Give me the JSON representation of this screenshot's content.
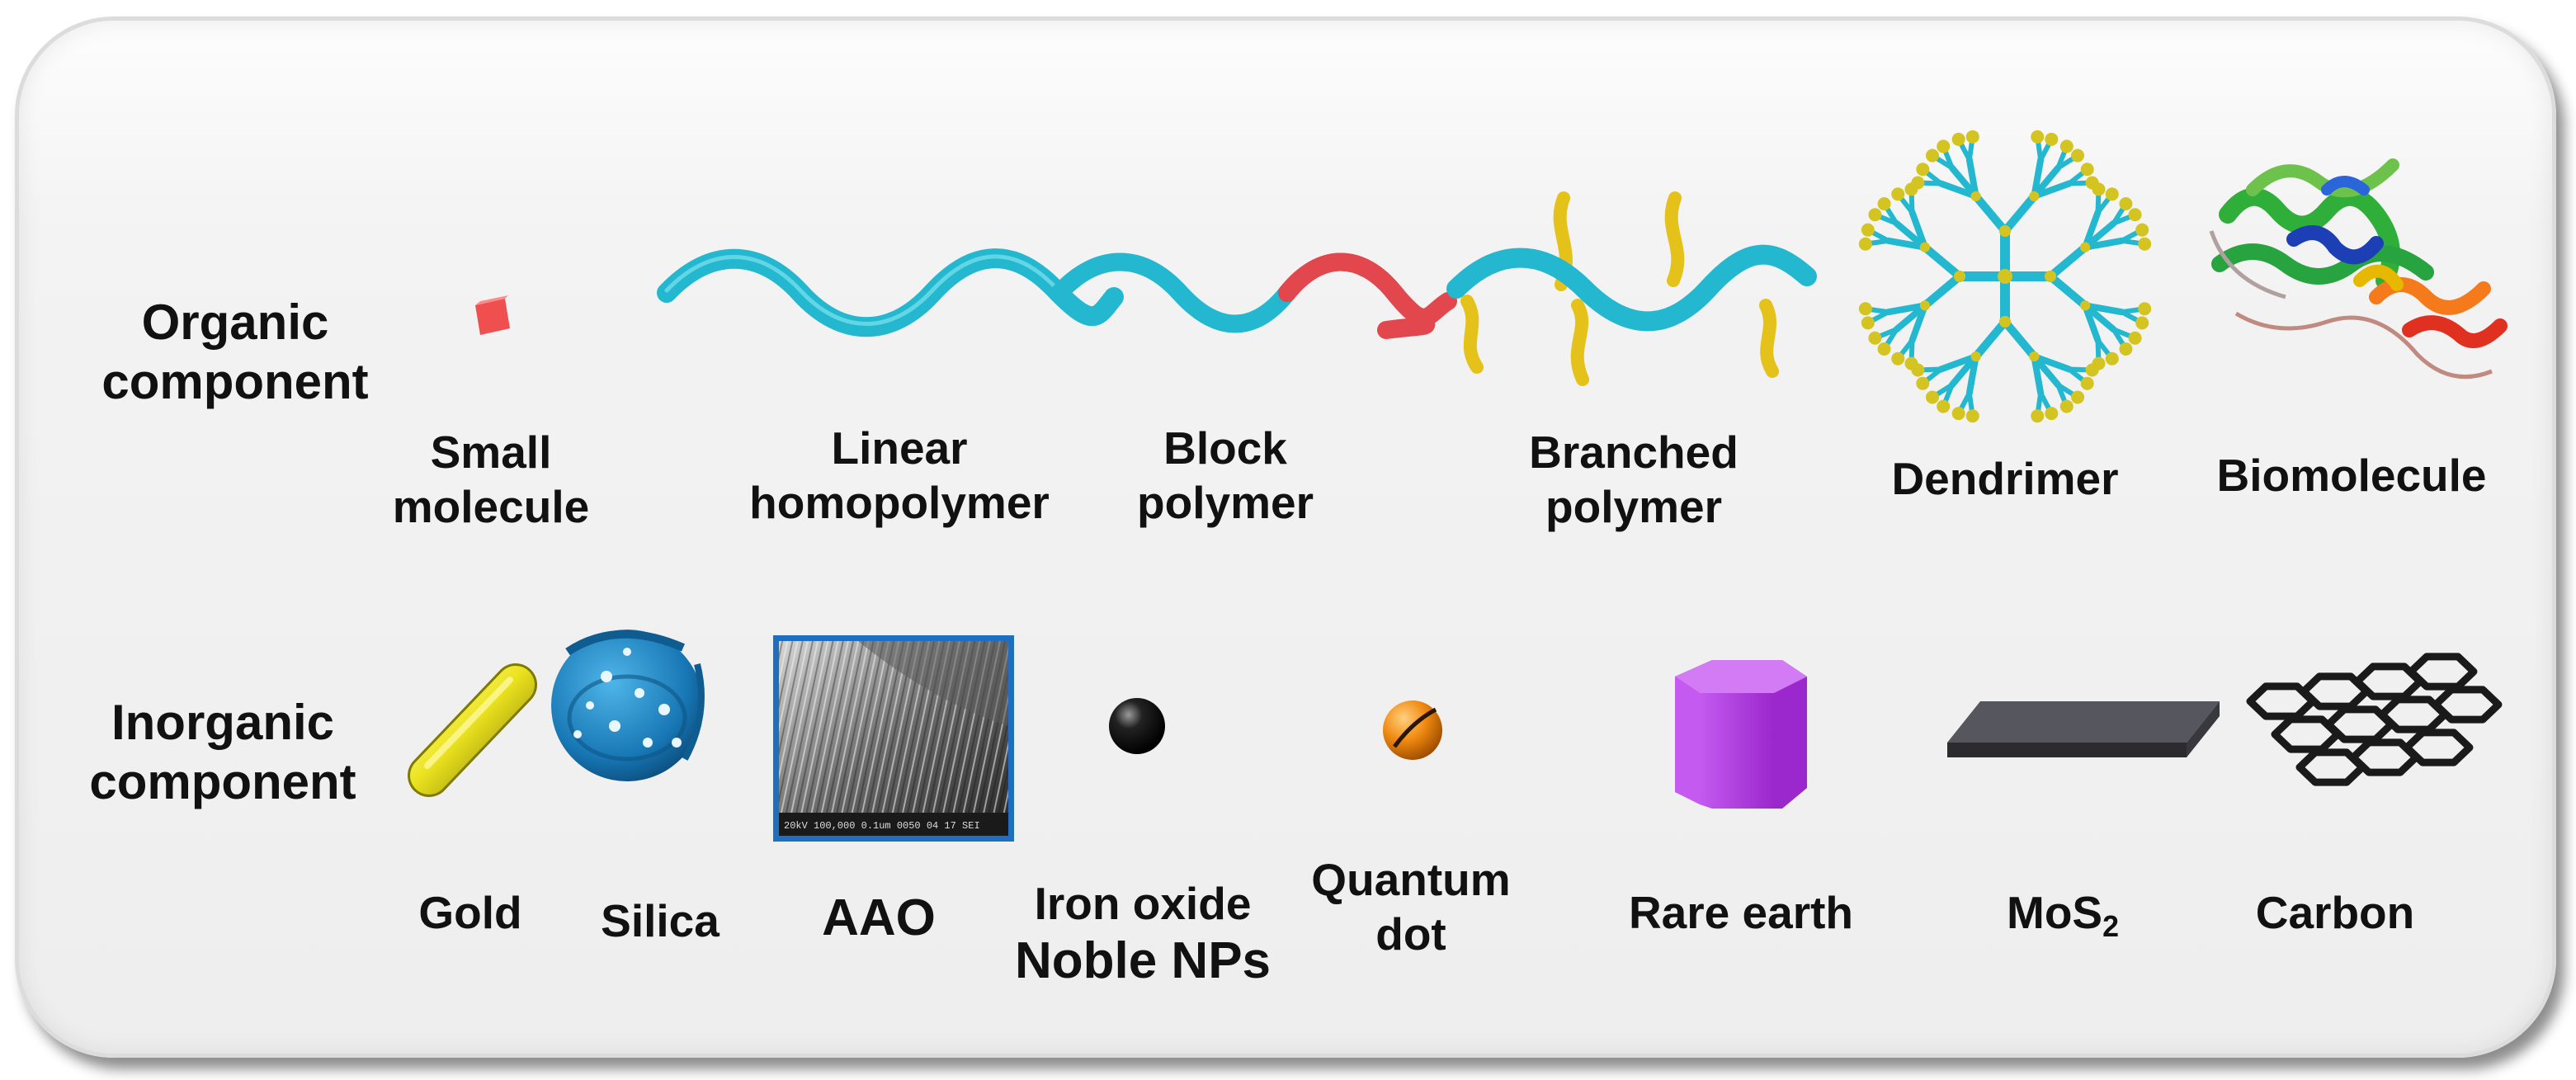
{
  "rows": {
    "organic": {
      "line1": "Organic",
      "line2": "component"
    },
    "inorganic": {
      "line1": "Inorganic",
      "line2": "component"
    }
  },
  "organic_items": [
    {
      "icon": "small-molecule-icon",
      "line1": "Small",
      "line2": "molecule"
    },
    {
      "icon": "linear-homopolymer-icon",
      "line1": "Linear",
      "line2": "homopolymer"
    },
    {
      "icon": "block-polymer-icon",
      "line1": "Block",
      "line2": "polymer"
    },
    {
      "icon": "branched-polymer-icon",
      "line1": "Branched",
      "line2": "polymer"
    },
    {
      "icon": "dendrimer-icon",
      "line1": "Dendrimer"
    },
    {
      "icon": "biomolecule-icon",
      "line1": "Biomolecule"
    }
  ],
  "inorganic_items": [
    {
      "icon": "gold-rod-icon",
      "line1": "Gold"
    },
    {
      "icon": "silica-sphere-icon",
      "line1": "Silica"
    },
    {
      "icon": "aao-micrograph-icon",
      "line1": "AAO"
    },
    {
      "icon": "iron-oxide-sphere-icon",
      "line1": "Iron oxide",
      "line2": "Noble NPs"
    },
    {
      "icon": "quantum-dot-icon",
      "line1": "Quantum",
      "line2": "dot"
    },
    {
      "icon": "rare-earth-prism-icon",
      "line1": "Rare earth"
    },
    {
      "icon": "mos2-sheet-icon",
      "main": "MoS",
      "sub": "2"
    },
    {
      "icon": "carbon-lattice-icon",
      "line1": "Carbon"
    }
  ],
  "aao_caption": "20kV  100,000  0.1um  0050 04 17 SEI",
  "colors": {
    "polymer": "#23b8d0",
    "block": "#e2474d",
    "branch": "#e4c21a",
    "gold": "#e8e01e",
    "silica": "#1e82bd",
    "aao_border": "#1f6fc0",
    "rare_earth": "#b13ae0",
    "mos2": "#4a4a52"
  }
}
